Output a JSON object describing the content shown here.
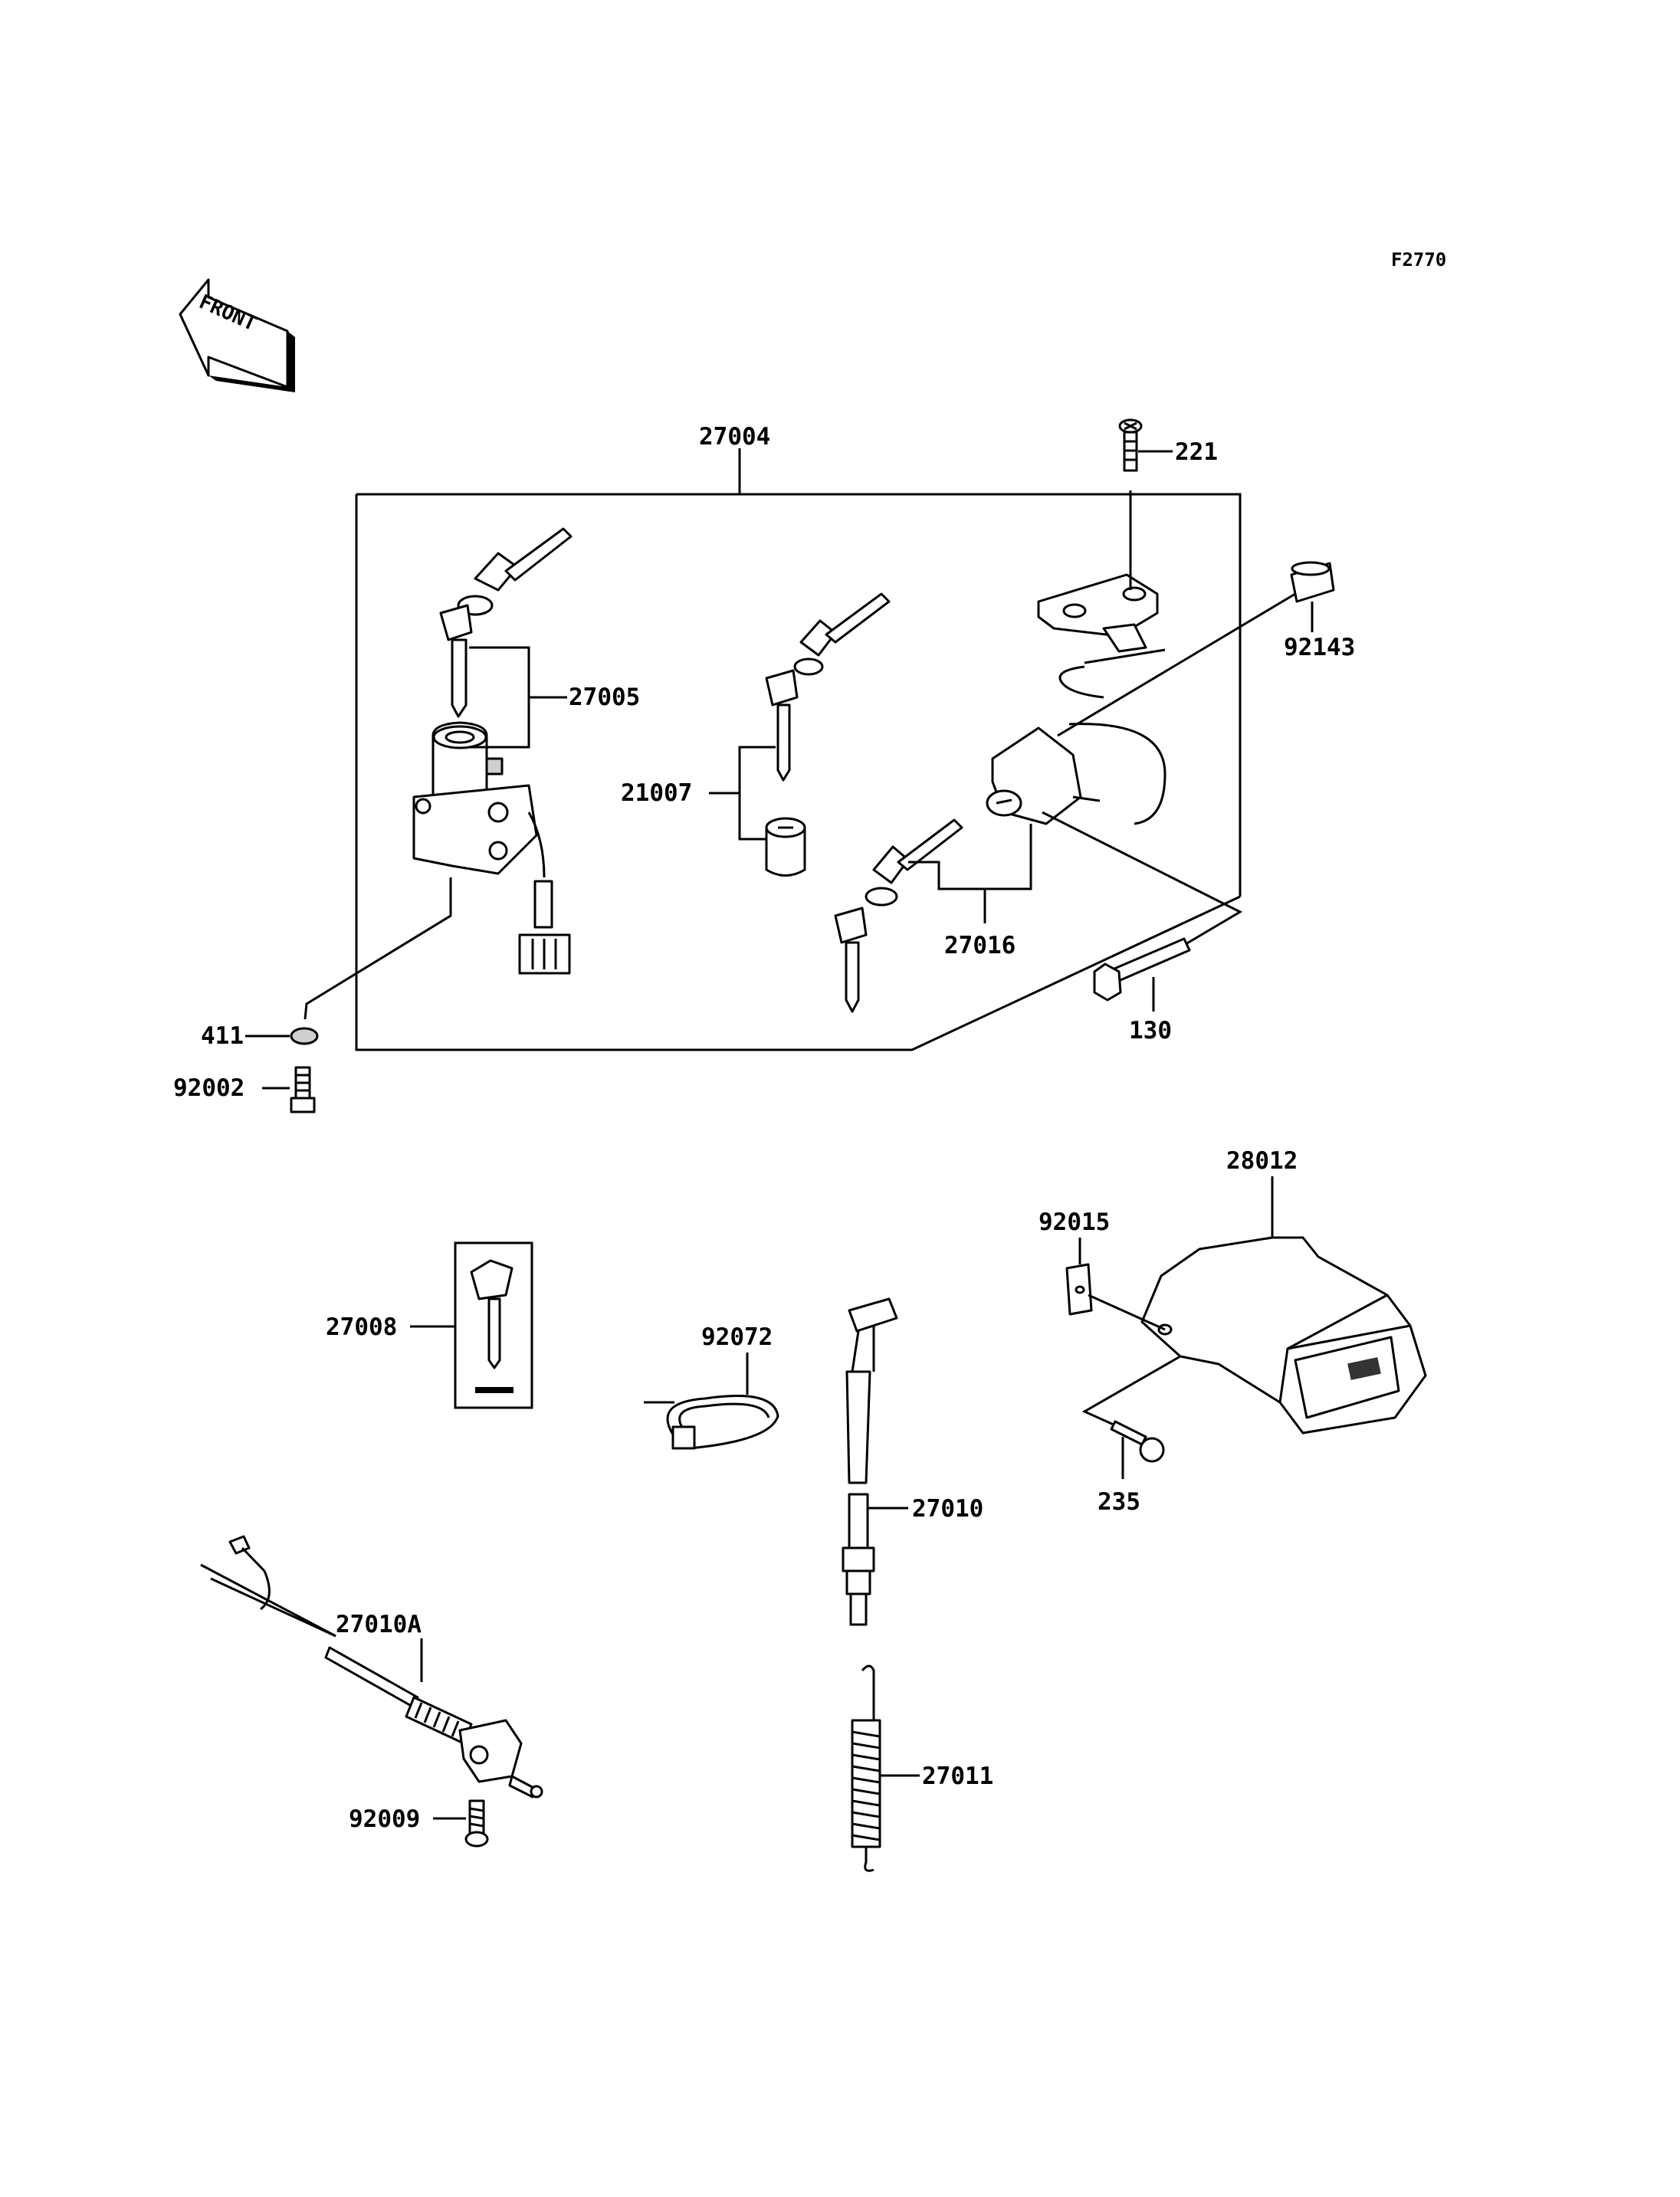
{
  "figure_code": "F2770",
  "front_arrow_text": "FRONT",
  "labels": {
    "l27004": "27004",
    "l221": "221",
    "l92143": "92143",
    "l27005": "27005",
    "l21007": "21007",
    "l27016": "27016",
    "l411": "411",
    "l92002": "92002",
    "l130": "130",
    "l28012": "28012",
    "l92015": "92015",
    "l27008": "27008",
    "l92072": "92072",
    "l27010": "27010",
    "l235": "235",
    "l27010A": "27010A",
    "l92009": "92009",
    "l27011": "27011"
  }
}
